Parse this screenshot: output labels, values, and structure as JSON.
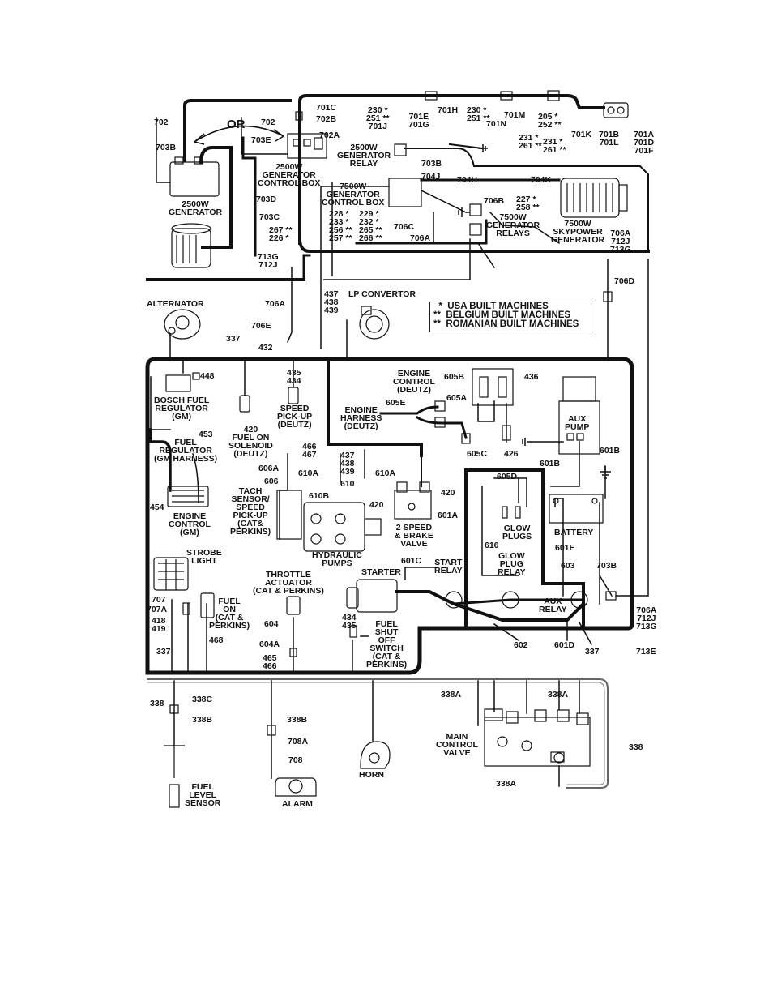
{
  "labels": {
    "w702_left": "702",
    "w703b_left": "703B",
    "or_text": "OR",
    "w702_mid": "702",
    "w703e": "703E",
    "w701c": "701C",
    "w702b": "702B",
    "w702a": "702A",
    "ctrl_box_2500": "2500W\nGENERATOR\nCONTROL BOX",
    "gen_2500": "2500W\nGENERATOR",
    "w703d": "703D",
    "w703c": "703C",
    "w267_226": "267 **\n226 *",
    "w713g_712j": "713G\n712J",
    "w230_251_701j": "230 *\n251 **\n701J",
    "w701e_701g": "701E\n701G",
    "w701h": "701H",
    "w230_251b": "230 *\n251 **",
    "w701m": "701M",
    "w701n": "701N",
    "w205_252": "205 *\n252 **",
    "w231_261a": "231 *\n261 **",
    "w231_261b": "231 *\n261 **",
    "w701k": "701K",
    "w701b_701l": "701B\n701L",
    "w701a_d_f": "701A\n701D\n701F",
    "relay_2500": "2500W\nGENERATOR\nRELAY",
    "w703b_top": "703B",
    "w704j": "704J",
    "w704h": "704H",
    "w704k": "704K",
    "ctrl_box_7500": "7500W\nGENERATOR\nCONTROL BOX",
    "w228_233_256_257": "228 *\n233 *\n256 **\n257 **",
    "w229_232_265_266": "229 *\n232 *\n265 **\n266 **",
    "w706c": "706C",
    "w706a_mid": "706A",
    "w706b": "706B",
    "w227_258": "227 *\n258 **",
    "relays_7500": "7500W\nGENERATOR\nRELAYS",
    "skypower": "7500W\nSKYPOWER\nGENERATOR",
    "w706a_712j_713g_top": "706A\n712J\n713G",
    "w706d": "706D",
    "alternator": "ALTERNATOR",
    "w706a_left": "706A",
    "w706e": "706E",
    "w337_top": "337",
    "w432": "432",
    "w437_438_439_top": "437\n438\n439",
    "lp_convertor": "LP CONVERTOR",
    "w448": "448",
    "bosch_fuel_reg": "BOSCH FUEL\nREGULATOR\n(GM)",
    "w453": "453",
    "fuel_reg_gm": "FUEL\nREGULATOR\n(GM HARNESS)",
    "w435_434": "435\n434",
    "speed_pickup_deutz": "SPEED\nPICK-UP\n(DEUTZ)",
    "w420_fuel_sol": "420\nFUEL ON\nSOLENOID\n(DEUTZ)",
    "w466_467": "466\n467",
    "w606a": "606A",
    "w606": "606",
    "tach_sensor": "TACH\nSENSOR/\nSPEED\nPICK-UP\n(CAT&\nPERKINS)",
    "w454": "454",
    "engine_control_gm": "ENGINE\nCONTROL\n(GM)",
    "w437_438_439_mid": "437\n438\n439",
    "w610a_left": "610A",
    "w610": "610",
    "w610a_right": "610A",
    "w610b": "610B",
    "w420_right": "420",
    "w420_left": "420",
    "two_speed_valve": "2 SPEED\n& BRAKE\nVALVE",
    "hydraulic_pumps": "HYDRAULIC\nPUMPS",
    "engine_control_deutz": "ENGINE\nCONTROL\n(DEUTZ)",
    "w605b": "605B",
    "w436": "436",
    "w605e": "605E",
    "w605a": "605A",
    "engine_harness": "ENGINE\nHARNESS\n(DEUTZ)",
    "w605c": "605C",
    "w426": "426",
    "aux_pump": "AUX\nPUMP",
    "w601b_left": "601B",
    "w601b_right": "601B",
    "w605d": "605D",
    "w601a": "601A",
    "glow_plugs": "GLOW\nPLUGS",
    "battery": "BATTERY",
    "w616": "616",
    "glow_plug_relay": "GLOW\nPLUG\nRELAY",
    "w601e": "601E",
    "w603": "603",
    "w703b_right": "703B",
    "w601c": "601C",
    "starter": "STARTER",
    "start_relay": "START\nRELAY",
    "aux_relay": "AUX\nRELAY",
    "w706a_712j_713g_bot": "706A\n712J\n713G",
    "w602": "602",
    "w601d": "601D",
    "w337_mid": "337",
    "w713e": "713E",
    "strobe_light": "STROBE\nLIGHT",
    "w707": "707",
    "w707a": "707A",
    "w418_419": "418\n419",
    "fuel_on_cat": "FUEL\nON\n(CAT &\nPERKINS)",
    "w468": "468",
    "throttle_actuator": "THROTTLE\nACTUATOR\n(CAT & PERKINS)",
    "w604": "604",
    "w604a": "604A",
    "w465_466": "465\n466",
    "w434_435": "434\n435",
    "fuel_shutoff": "FUEL\nSHUT\nOFF\nSWITCH\n(CAT &\nPERKINS)",
    "w337_bot": "337",
    "w338_left": "338",
    "w338c": "338C",
    "w338b_left": "338B",
    "fuel_level_sensor": "FUEL\nLEVEL\nSENSOR",
    "w338b_mid": "338B",
    "w708a": "708A",
    "w708": "708",
    "alarm": "ALARM",
    "horn": "HORN",
    "w338a_left": "338A",
    "w338a_right": "338A",
    "main_control_valve": "MAIN\nCONTROL\nVALVE",
    "w338_right": "338",
    "w338a_bottom": "338A"
  },
  "legend": {
    "usa": "  *  USA BUILT MACHINES",
    "belgium": "**  BELGIUM BUILT MACHINES",
    "romanian": "**  ROMANIAN BUILT MACHINES"
  }
}
